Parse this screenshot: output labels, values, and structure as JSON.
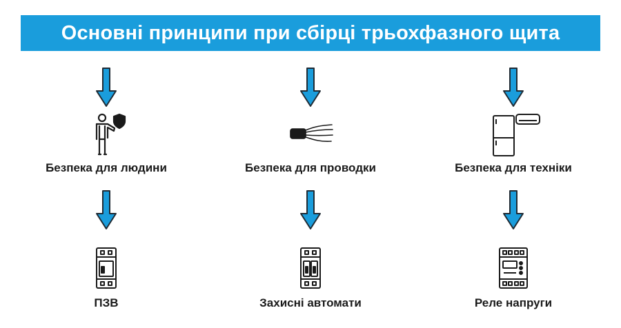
{
  "header": {
    "title": "Основні принципи при сбірці трьохфазного щита"
  },
  "colors": {
    "accent": "#1a9ddc",
    "arrow_fill": "#1a9ddc",
    "arrow_stroke": "#1f2a33",
    "icon_stroke": "#1a1a1a"
  },
  "columns": [
    {
      "category": "Безпека для людини",
      "device": "ПЗВ",
      "category_icon": "person-shield-icon",
      "device_icon": "rcd-device-icon"
    },
    {
      "category": "Безпека для проводки",
      "device": "Захисні автомати",
      "category_icon": "wire-cable-icon",
      "device_icon": "circuit-breaker-icon"
    },
    {
      "category": "Безпека для техніки",
      "device": "Реле напруги",
      "category_icon": "appliances-icon",
      "device_icon": "voltage-relay-icon"
    }
  ]
}
